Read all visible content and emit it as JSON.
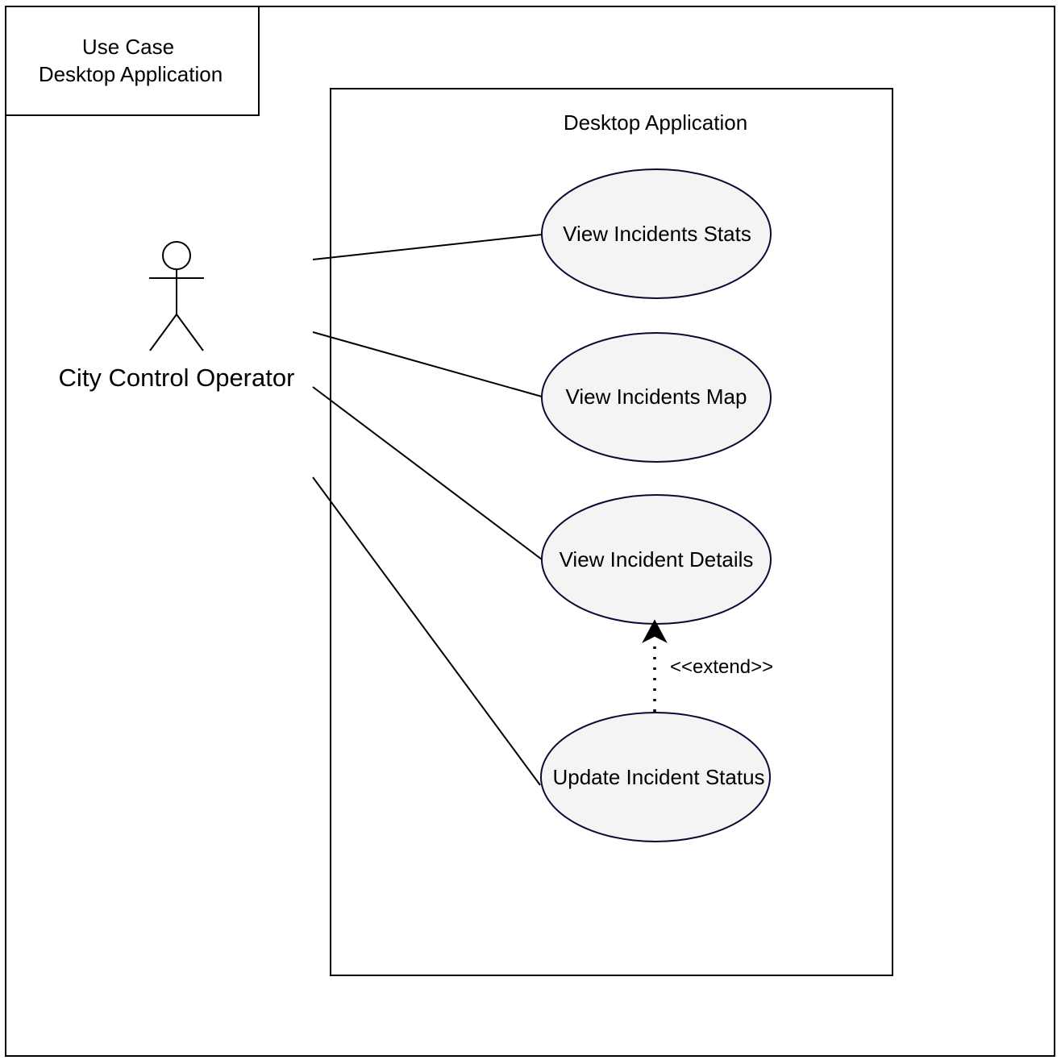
{
  "frame": {
    "title_line1": "Use Case",
    "title_line2": "Desktop Application"
  },
  "system": {
    "title": "Desktop Application"
  },
  "actor": {
    "name": "City Control Operator"
  },
  "use_cases": [
    {
      "label": "View Incidents Stats"
    },
    {
      "label": "View Incidents Map"
    },
    {
      "label": "View Incident Details"
    },
    {
      "label": "Update Incident Status"
    }
  ],
  "relationships": {
    "extend_label": "<<extend>>"
  },
  "colors": {
    "stroke": "#000000",
    "use_case_fill": "#f4f4f4",
    "use_case_stroke": "#0a0a33"
  }
}
